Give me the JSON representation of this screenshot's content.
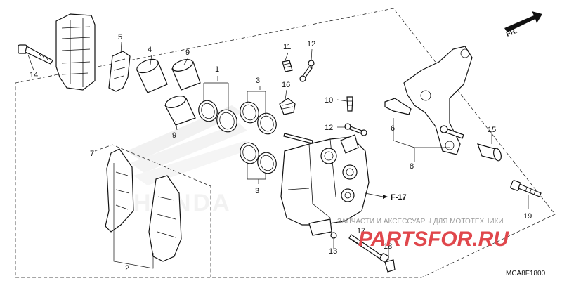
{
  "direction_badge": "FR.",
  "flow_reference": "F-17",
  "diagram_code": "MCA8F1800",
  "watermark": {
    "tagline": "ЗАПЧАСТИ И АКСЕССУАРЫ ДЛЯ МОТОТЕХНИКИ",
    "brand": "PARTSFOR.RU"
  },
  "logo_text": "HONDA",
  "callouts": [
    "1",
    "2",
    "3",
    "3",
    "3",
    "4",
    "5",
    "6",
    "7",
    "8",
    "9",
    "9",
    "10",
    "11",
    "12",
    "12",
    "13",
    "14",
    "15",
    "16",
    "17",
    "18",
    "19"
  ]
}
